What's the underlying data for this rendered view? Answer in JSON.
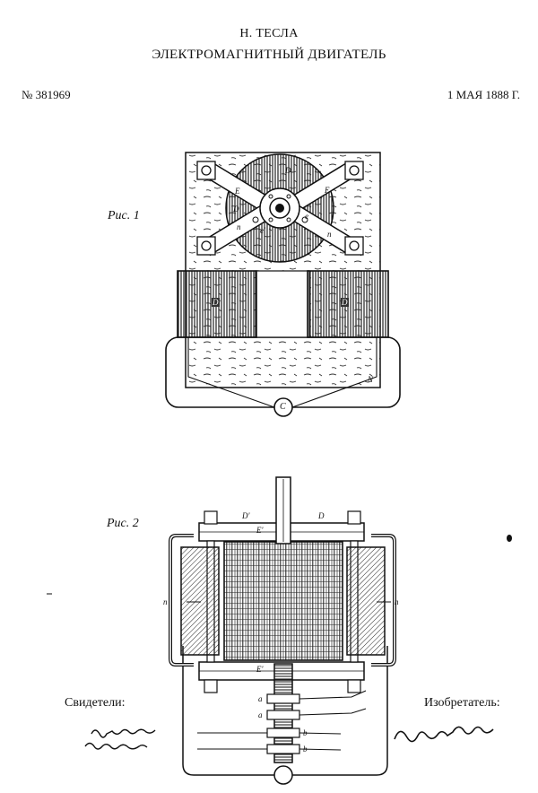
{
  "header": {
    "author": "Н. ТЕСЛА",
    "title": "ЭЛЕКТРОМАГНИТНЫЙ ДВИГАТЕЛЬ"
  },
  "patent_number": "№ 381969",
  "date": "1 МАЯ 1888 Г.",
  "figures": {
    "fig1_label": "Рис. 1",
    "fig2_label": "Рис. 2"
  },
  "letters": {
    "fig1": [
      "D",
      "E",
      "E",
      "D'",
      "e",
      "e'",
      "n",
      "n",
      "D",
      "D",
      "C",
      "N"
    ],
    "fig2": [
      "D'",
      "D",
      "E'",
      "E'",
      "n",
      "n",
      "a",
      "a",
      "b",
      "b"
    ]
  },
  "signatures": {
    "witnesses_label": "Свидетели:",
    "inventor_label": "Изобретатель:",
    "witness_1": "Robt. F. Gaylord",
    "witness_2": "Frank B. Murphy",
    "inventor": "Nikola Tesla"
  }
}
